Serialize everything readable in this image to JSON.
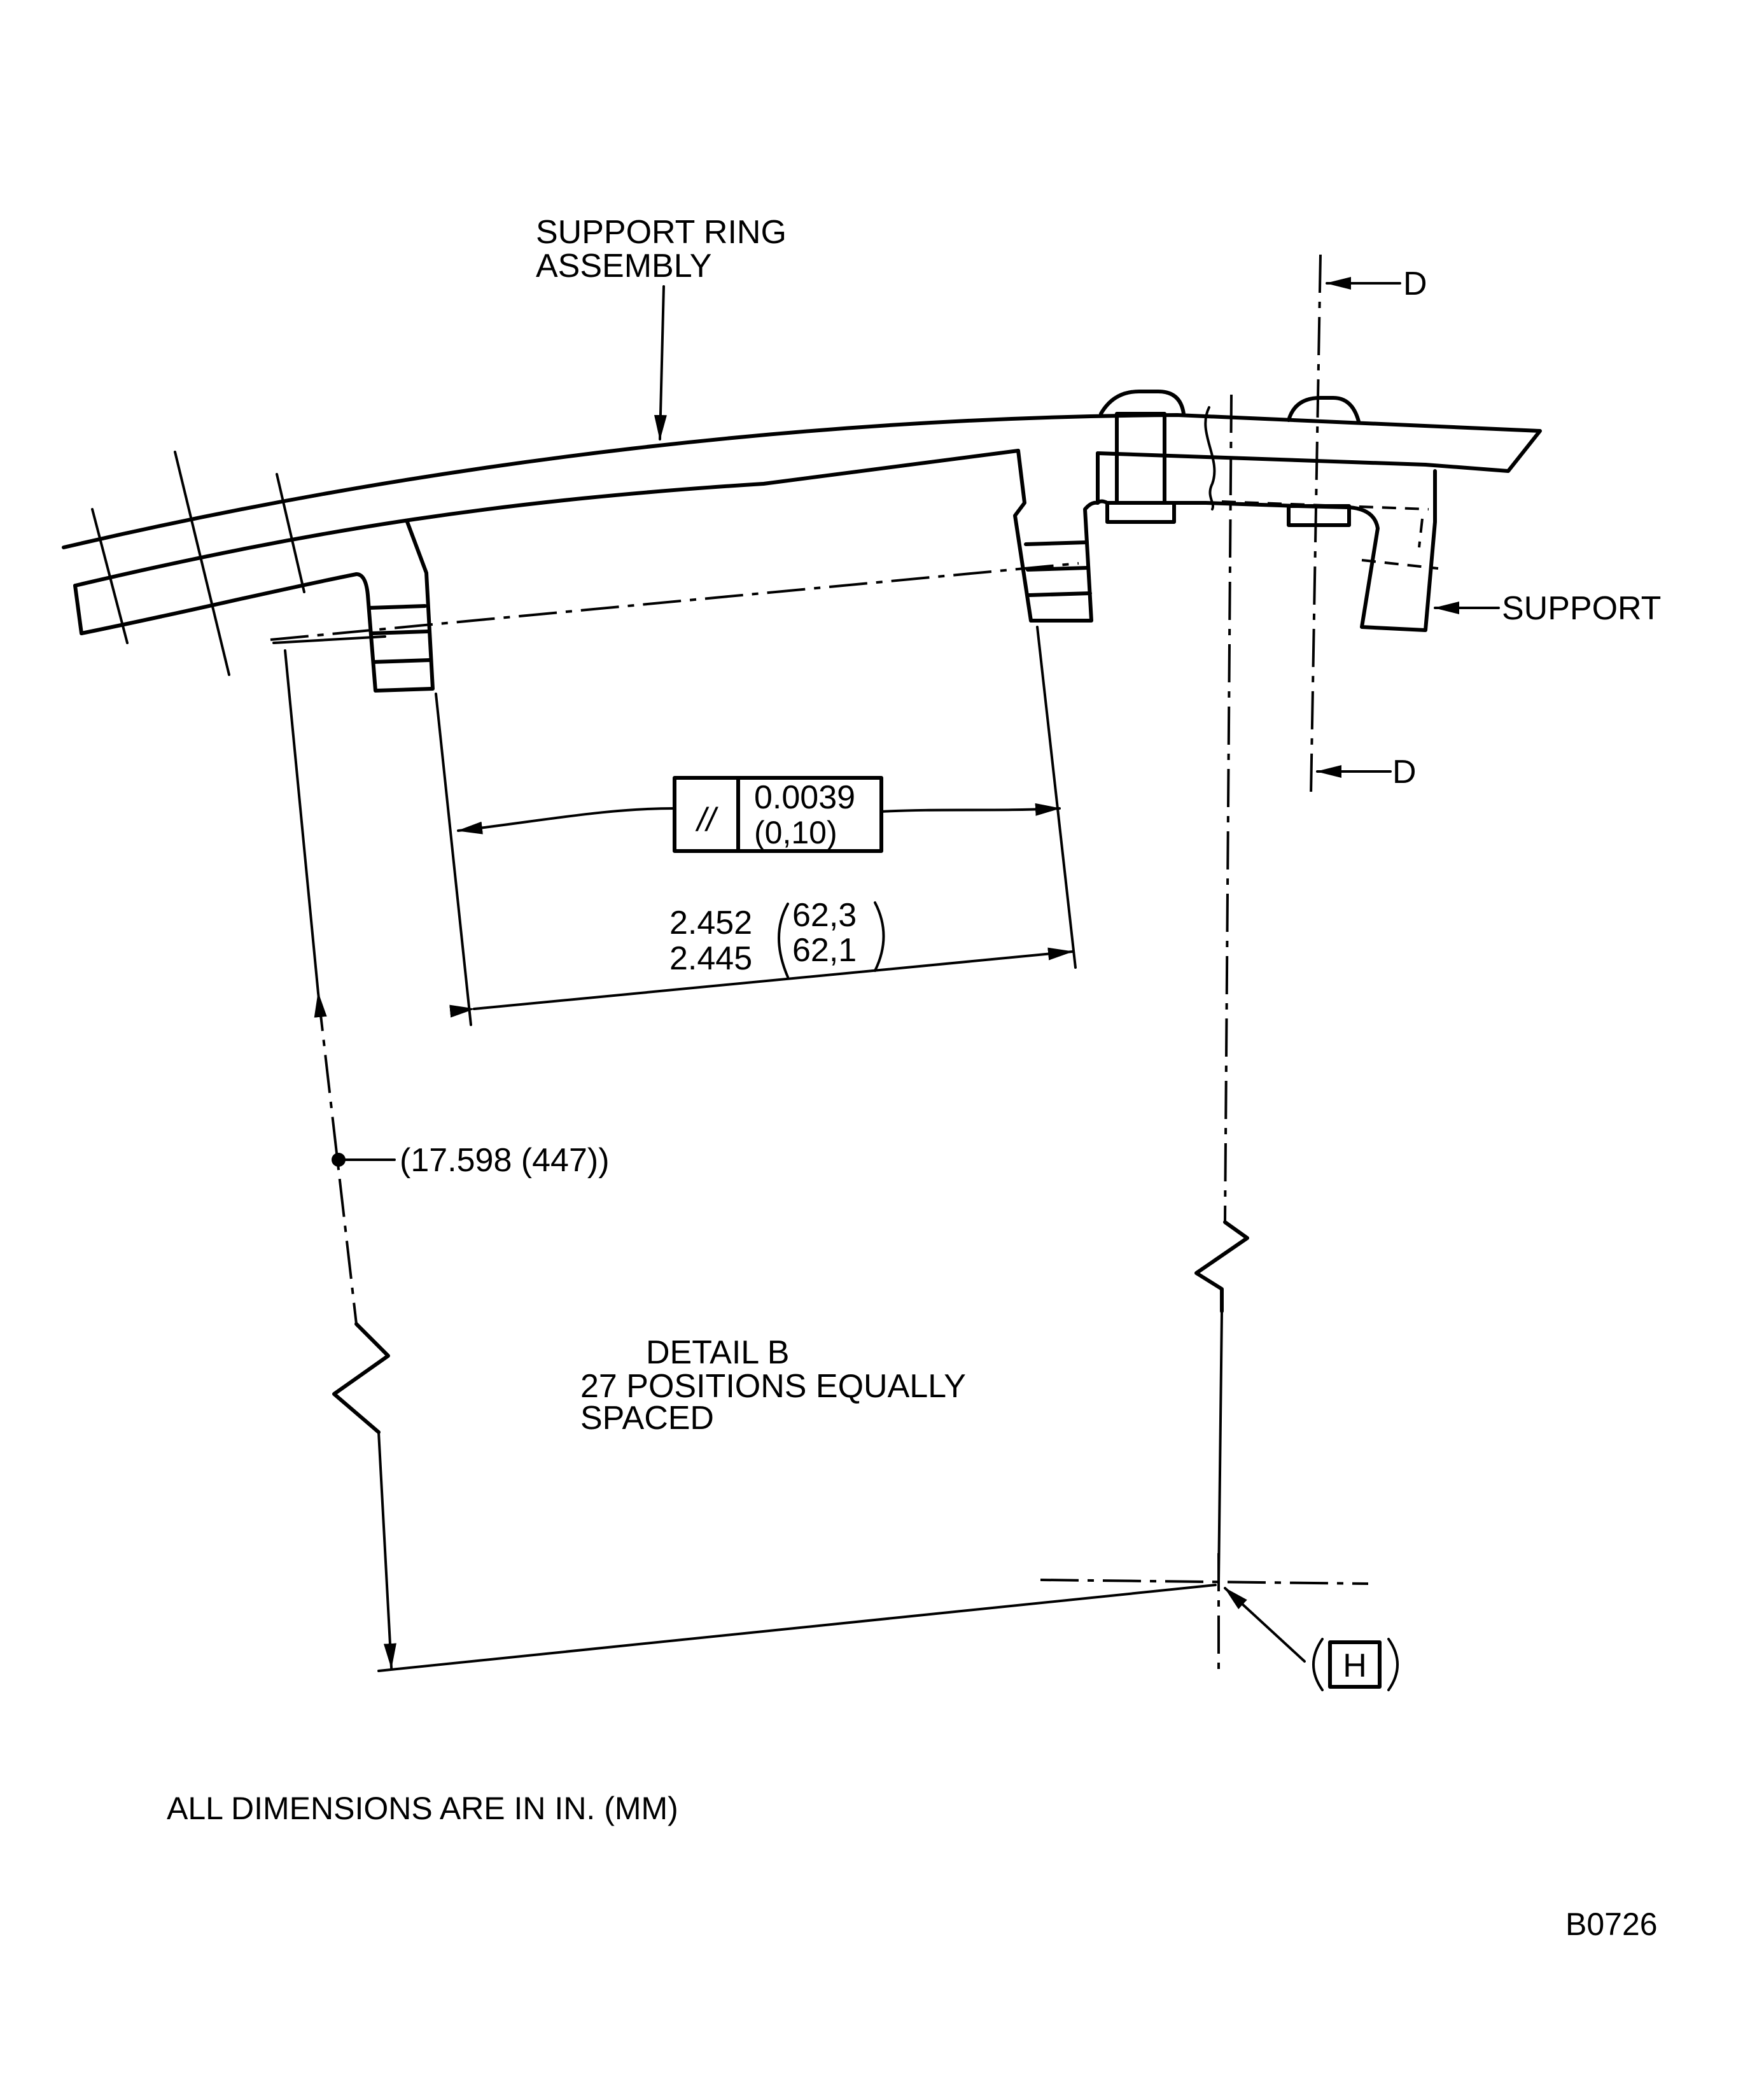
{
  "labels": {
    "support_ring": [
      "SUPPORT RING",
      "ASSEMBLY"
    ],
    "support": "SUPPORT",
    "section_mark": "D",
    "tolerance_symbol": "//",
    "tolerance_value_in": "0.0039",
    "tolerance_value_mm": "(0,10)",
    "dim_in_max": "2.452",
    "dim_in_min": "2.445",
    "dim_mm_max": "62,3",
    "dim_mm_min": "62,1",
    "radius_ref": "(17.598 (447))",
    "datum": "H",
    "detail_title": "DETAIL B",
    "detail_positions": [
      "27 POSITIONS EQUALLY",
      "SPACED"
    ],
    "units_note": "ALL DIMENSIONS ARE IN IN. (MM)",
    "figure_id": "B0726"
  }
}
